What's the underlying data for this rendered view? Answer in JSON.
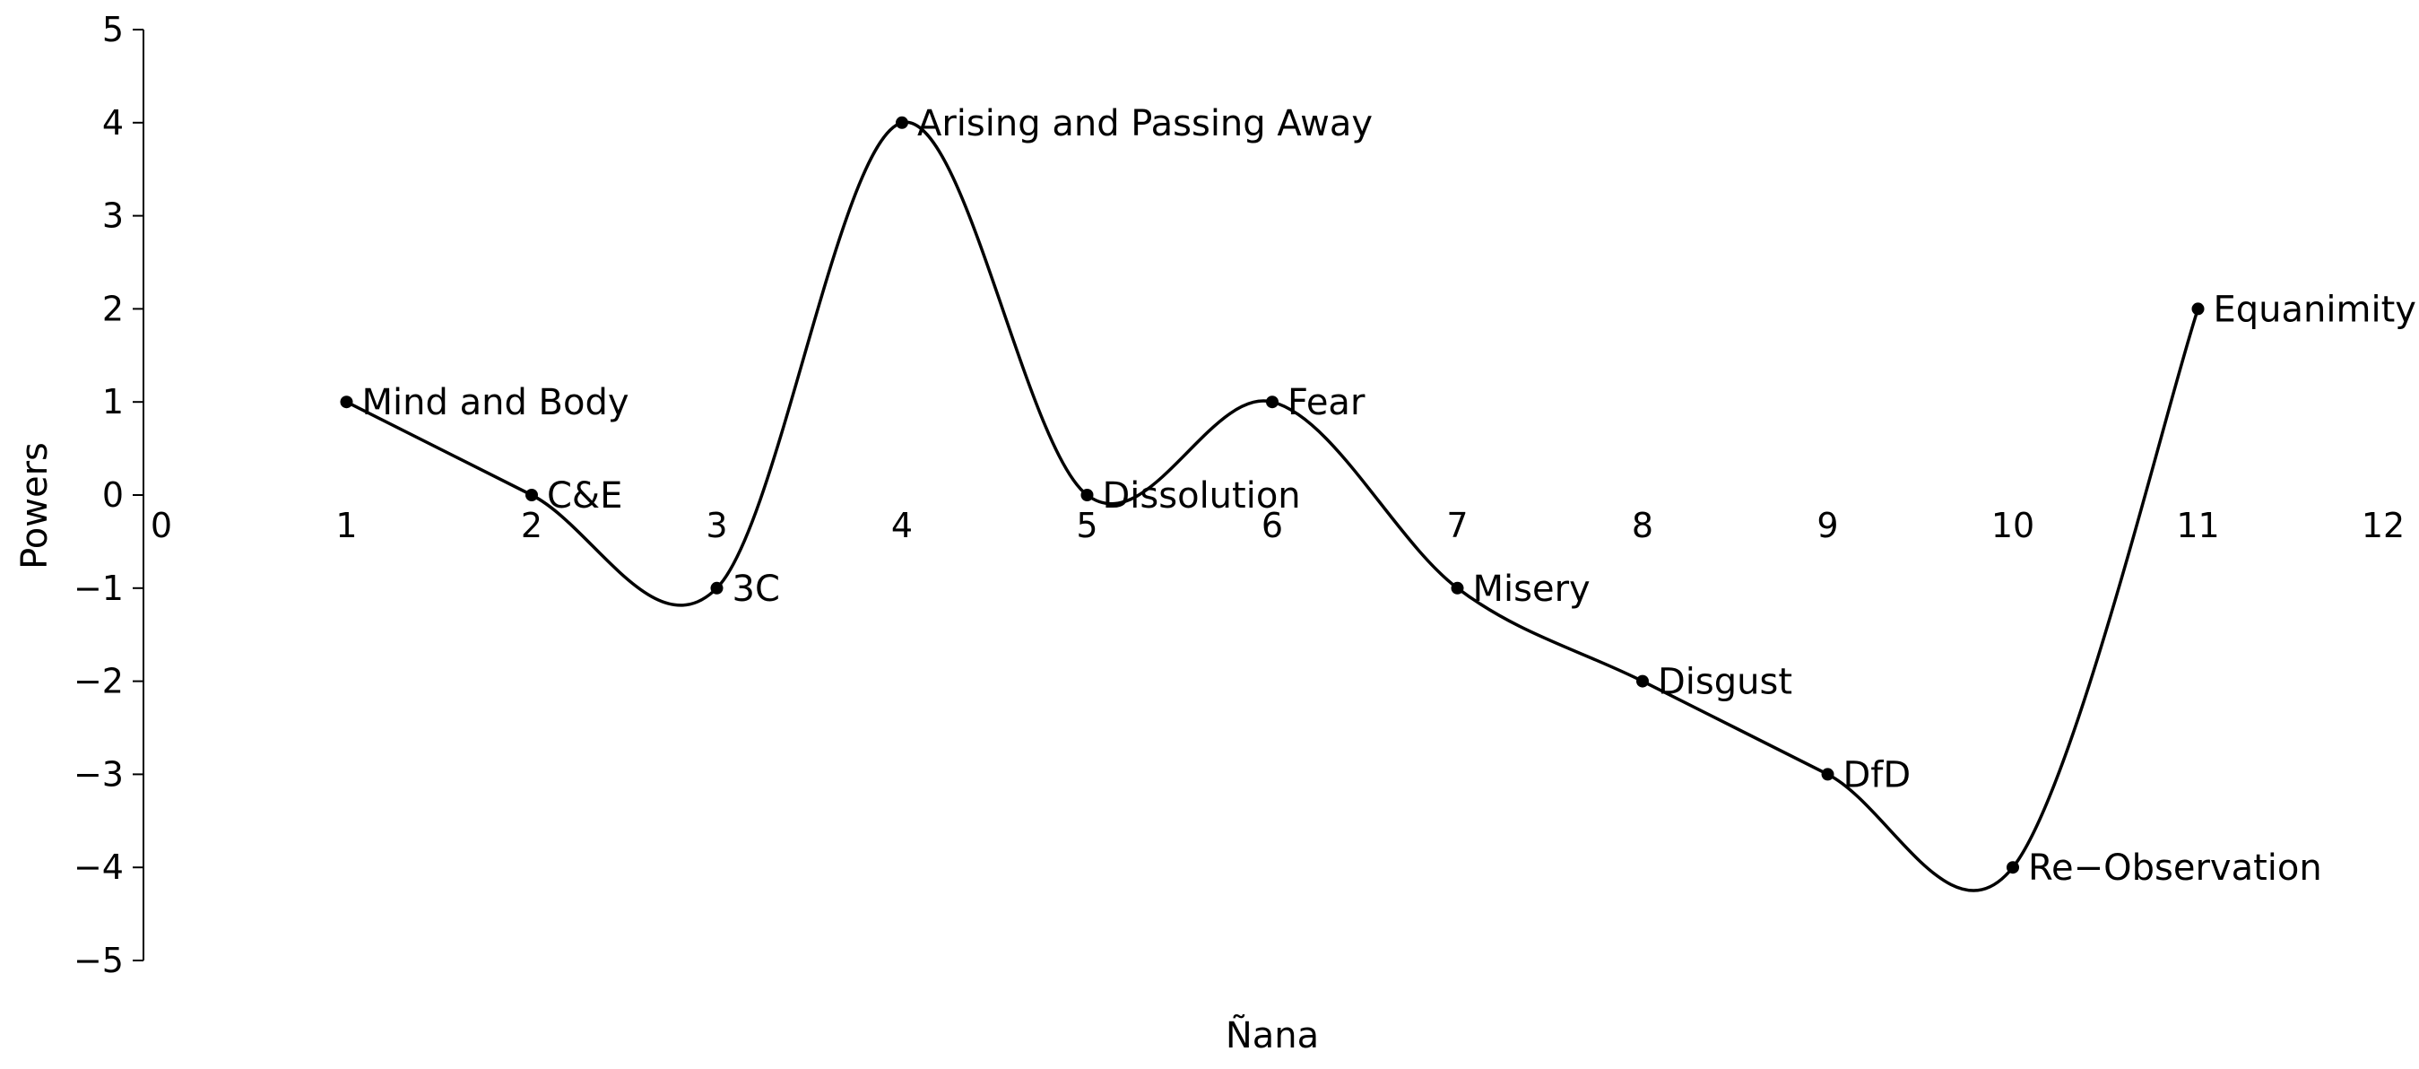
{
  "chart_data": {
    "type": "line",
    "xlabel": "Ñana",
    "ylabel": "Powers",
    "xlim": [
      0,
      12
    ],
    "ylim": [
      -5,
      5
    ],
    "x_ticks": [
      "0",
      "1",
      "2",
      "3",
      "4",
      "5",
      "6",
      "7",
      "8",
      "9",
      "10",
      "11",
      "12"
    ],
    "y_ticks": [
      "5",
      "4",
      "3",
      "2",
      "1",
      "0",
      "−1",
      "−2",
      "−3",
      "−4",
      "−5"
    ],
    "grid": false,
    "smooth": true,
    "series": [
      {
        "points": [
          {
            "x": 1,
            "y": 1,
            "label": "Mind and Body"
          },
          {
            "x": 2,
            "y": 0,
            "label": "C&E"
          },
          {
            "x": 3,
            "y": -1,
            "label": "3C"
          },
          {
            "x": 4,
            "y": 4,
            "label": "Arising and Passing Away"
          },
          {
            "x": 5,
            "y": 0,
            "label": "Dissolution"
          },
          {
            "x": 6,
            "y": 1,
            "label": "Fear"
          },
          {
            "x": 7,
            "y": -1,
            "label": "Misery"
          },
          {
            "x": 8,
            "y": -2,
            "label": "Disgust"
          },
          {
            "x": 9,
            "y": -3,
            "label": "DfD"
          },
          {
            "x": 10,
            "y": -4,
            "label": "Re−Observation"
          },
          {
            "x": 11,
            "y": 2,
            "label": "Equanimity"
          }
        ]
      }
    ]
  }
}
